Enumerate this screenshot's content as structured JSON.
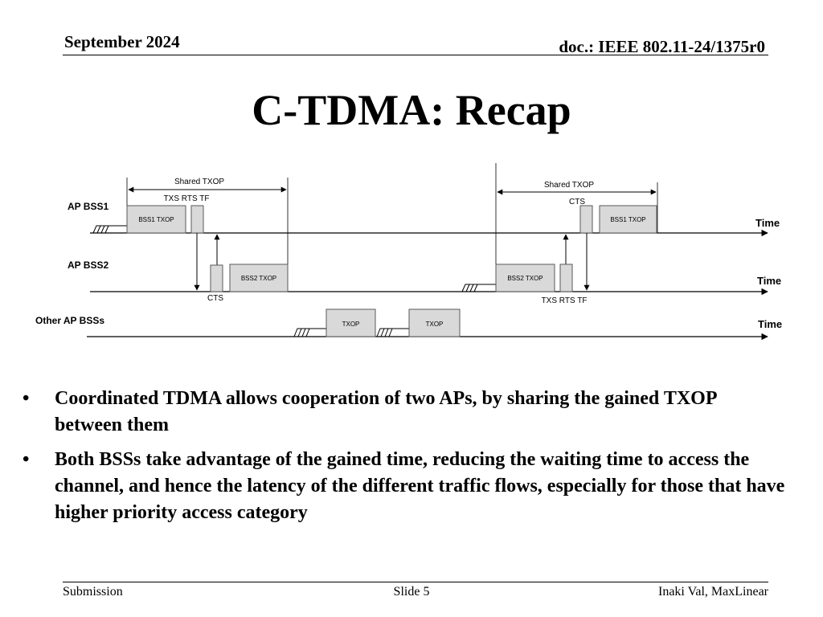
{
  "header": {
    "date": "September 2024",
    "doc": "doc.: IEEE 802.11-24/1375r0"
  },
  "title": "C-TDMA: Recap",
  "diagram": {
    "rows": {
      "ap_bss1": "AP BSS1",
      "ap_bss2": "AP BSS2",
      "other": "Other AP BSSs"
    },
    "time_label": "Time",
    "left": {
      "shared_txop": "Shared TXOP",
      "txs_rts_tf": "TXS RTS TF",
      "bss1_txop": "BSS1 TXOP",
      "bss2_txop": "BSS2 TXOP",
      "cts": "CTS"
    },
    "right": {
      "shared_txop": "Shared TXOP",
      "cts": "CTS",
      "bss1_txop": "BSS1 TXOP",
      "bss2_txop": "BSS2 TXOP",
      "txs_rts_tf": "TXS RTS TF"
    },
    "other_txop_1": "TXOP",
    "other_txop_2": "TXOP",
    "colors": {
      "box_fill": "#d9d9d9",
      "box_stroke": "#595959",
      "line": "#000000"
    }
  },
  "bullets": [
    "Coordinated TDMA allows cooperation of two APs, by sharing the gained TXOP between them",
    "Both BSSs take advantage of the gained time, reducing the waiting time to access the channel, and hence the latency of the different traffic flows, especially for those that have higher priority access category"
  ],
  "bullet_glyph": "•",
  "footer": {
    "left": "Submission",
    "center": "Slide 5",
    "right": "Inaki Val, MaxLinear"
  }
}
